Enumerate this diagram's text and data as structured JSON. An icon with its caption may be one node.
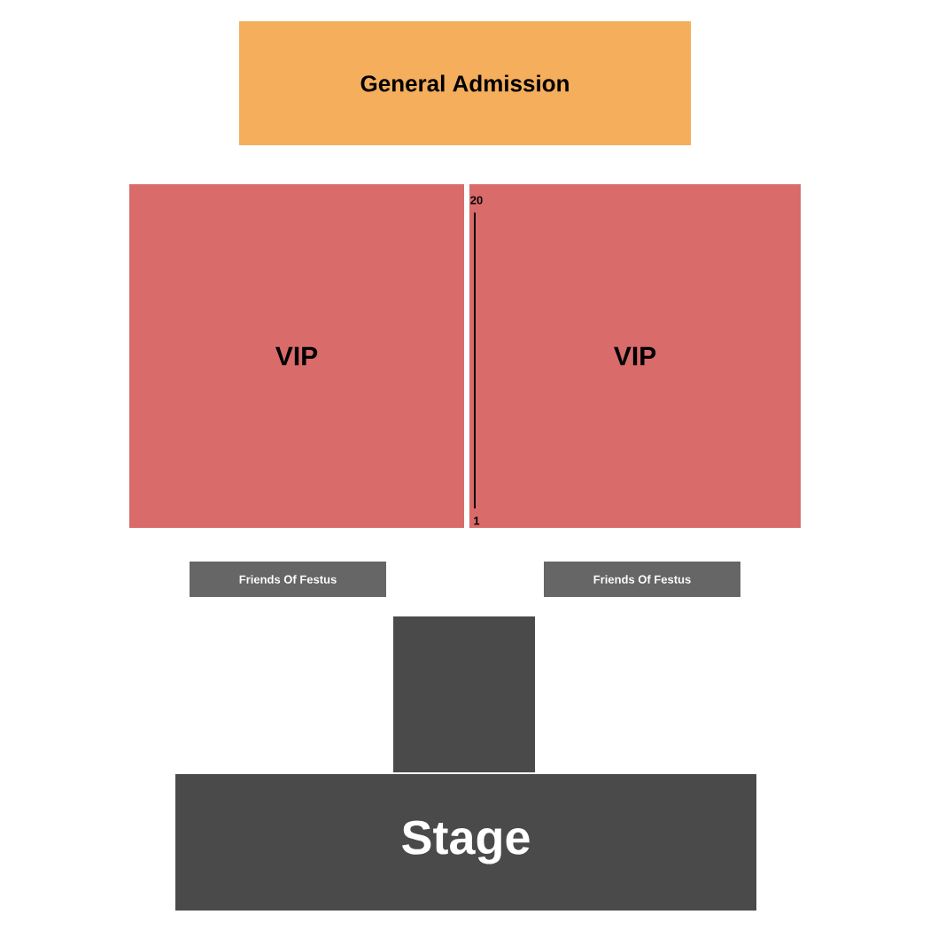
{
  "diagram": {
    "nodes": [
      {
        "text": [
          "General Admission"
        ]
      },
      {
        "text": [
          "VIP"
        ]
      },
      {
        "text": [
          "VIP"
        ]
      },
      {
        "text": [
          "Friends Of Festus"
        ]
      },
      {
        "text": [
          "Friends Of Festus"
        ]
      },
      {
        "text": [
          "Stage"
        ]
      }
    ],
    "labels": [
      "20",
      "1"
    ]
  }
}
